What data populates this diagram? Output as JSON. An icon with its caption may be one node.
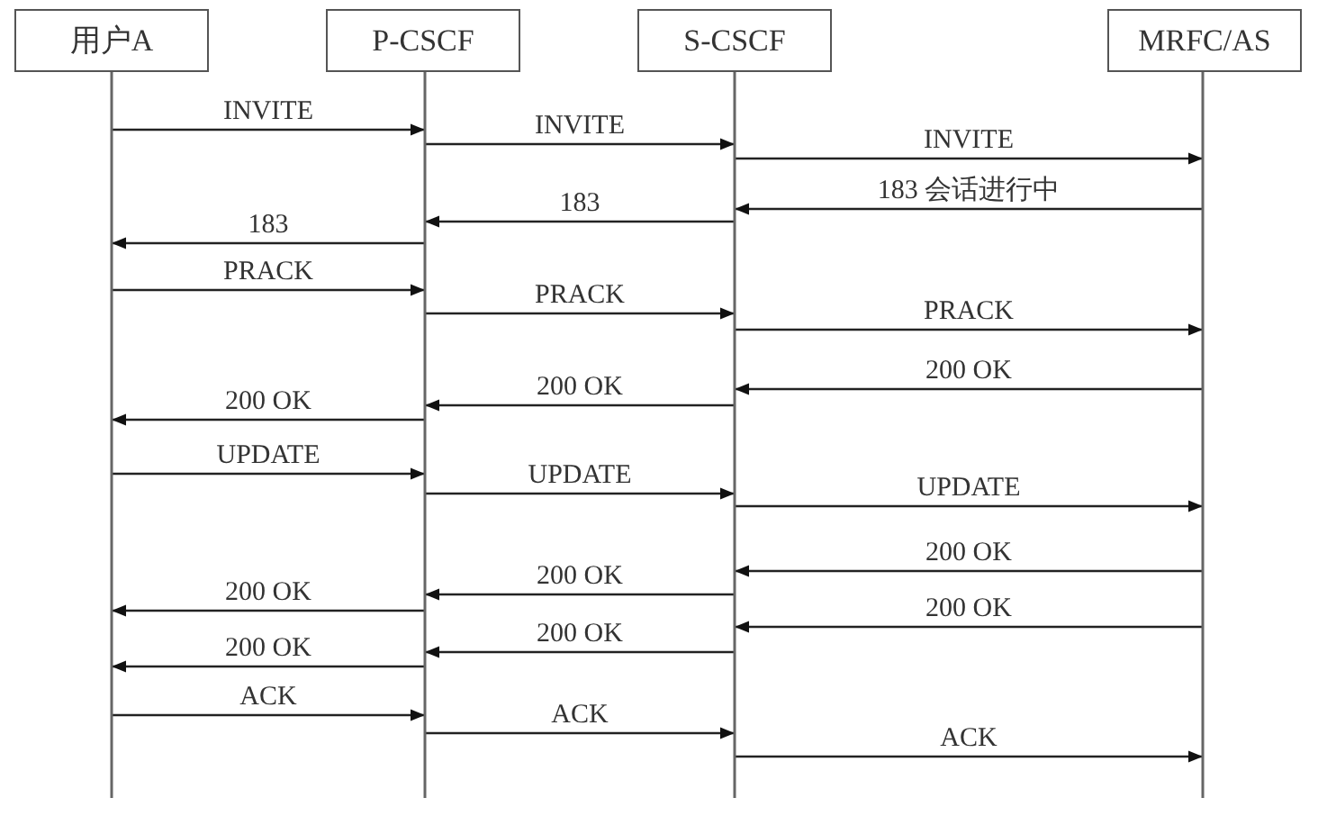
{
  "diagram": {
    "nodes": [
      {
        "text": [
          "用户A"
        ]
      },
      {
        "text": [
          "P-CSCF"
        ]
      },
      {
        "text": [
          "S-CSCF"
        ]
      },
      {
        "text": [
          "MRFC/AS"
        ]
      }
    ],
    "edges": [
      {
        "from": 0,
        "to": 1,
        "arrow": "to",
        "label": "INVITE"
      },
      {
        "from": 1,
        "to": 2,
        "arrow": "to",
        "label": "INVITE"
      },
      {
        "from": 2,
        "to": 3,
        "arrow": "to",
        "label": "INVITE"
      },
      {
        "from": 3,
        "to": 2,
        "arrow": "to",
        "label": "183 会话进行中"
      },
      {
        "from": 2,
        "to": 1,
        "arrow": "to",
        "label": "183"
      },
      {
        "from": 1,
        "to": 0,
        "arrow": "to",
        "label": "183"
      },
      {
        "from": 0,
        "to": 1,
        "arrow": "to",
        "label": "PRACK"
      },
      {
        "from": 1,
        "to": 2,
        "arrow": "to",
        "label": "PRACK"
      },
      {
        "from": 2,
        "to": 3,
        "arrow": "to",
        "label": "PRACK"
      },
      {
        "from": 3,
        "to": 2,
        "arrow": "to",
        "label": "200 OK"
      },
      {
        "from": 2,
        "to": 1,
        "arrow": "to",
        "label": "200 OK"
      },
      {
        "from": 1,
        "to": 0,
        "arrow": "to",
        "label": "200 OK"
      },
      {
        "from": 0,
        "to": 1,
        "arrow": "to",
        "label": "UPDATE"
      },
      {
        "from": 1,
        "to": 2,
        "arrow": "to",
        "label": "UPDATE"
      },
      {
        "from": 2,
        "to": 3,
        "arrow": "to",
        "label": "UPDATE"
      },
      {
        "from": 3,
        "to": 2,
        "arrow": "to",
        "label": "200 OK"
      },
      {
        "from": 2,
        "to": 1,
        "arrow": "to",
        "label": "200 OK"
      },
      {
        "from": 1,
        "to": 0,
        "arrow": "to",
        "label": "200 OK"
      },
      {
        "from": 3,
        "to": 2,
        "arrow": "to",
        "label": "200 OK"
      },
      {
        "from": 2,
        "to": 1,
        "arrow": "to",
        "label": "200 OK"
      },
      {
        "from": 1,
        "to": 0,
        "arrow": "to",
        "label": "200 OK"
      },
      {
        "from": 0,
        "to": 1,
        "arrow": "to",
        "label": "ACK"
      },
      {
        "from": 1,
        "to": 2,
        "arrow": "to",
        "label": "ACK"
      },
      {
        "from": 2,
        "to": 3,
        "arrow": "to",
        "label": "ACK"
      }
    ]
  }
}
